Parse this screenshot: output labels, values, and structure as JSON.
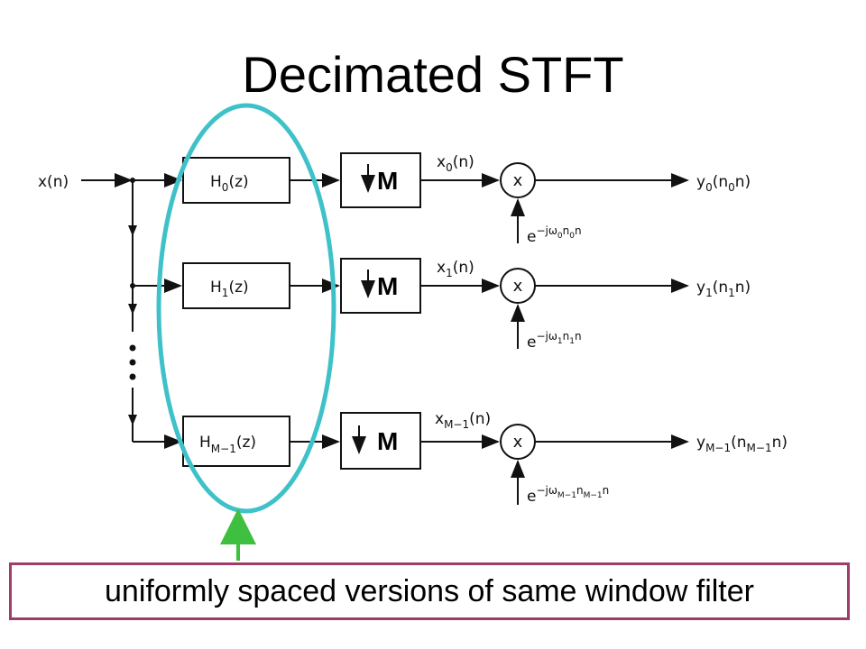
{
  "title": "Decimated STFT",
  "input_label": "x(n)",
  "decimator_label": "M",
  "multiplier_symbol": "x",
  "channels": [
    {
      "filter": {
        "main": "H",
        "sub": "0",
        "arg": "(z)"
      },
      "x_out": {
        "main": "x",
        "sub": "0",
        "arg": "(n)"
      },
      "y_out": {
        "main": "y",
        "sub": "0",
        "arg_open": "(n",
        "arg_sub": "0",
        "arg_close": "n)"
      },
      "mod": {
        "base": "e",
        "exp": "−jω",
        "s1": "0",
        "n": "n",
        "s2": "0",
        "tail": "n"
      }
    },
    {
      "filter": {
        "main": "H",
        "sub": "1",
        "arg": "(z)"
      },
      "x_out": {
        "main": "x",
        "sub": "1",
        "arg": "(n)"
      },
      "y_out": {
        "main": "y",
        "sub": "1",
        "arg_open": "(n",
        "arg_sub": "1",
        "arg_close": "n)"
      },
      "mod": {
        "base": "e",
        "exp": "−jω",
        "s1": "1",
        "n": "n",
        "s2": "1",
        "tail": "n"
      }
    },
    {
      "filter": {
        "main": "H",
        "sub": "M−1",
        "arg": "(z)"
      },
      "x_out": {
        "main": "x",
        "sub": "M−1",
        "arg": "(n)"
      },
      "y_out": {
        "main": "y",
        "sub": "M−1",
        "arg_open": "(n",
        "arg_sub": "M−1",
        "arg_close": "n)"
      },
      "mod": {
        "base": "e",
        "exp": "−jω",
        "s1": "M−1",
        "n": "n",
        "s2": "M−1",
        "tail": "n"
      }
    }
  ],
  "caption": "uniformly spaced versions of same window filter",
  "colors": {
    "highlight_ellipse": "#3fc1c9",
    "pointer_arrow": "#3fbf3f",
    "caption_border": "#9e3d6a"
  }
}
